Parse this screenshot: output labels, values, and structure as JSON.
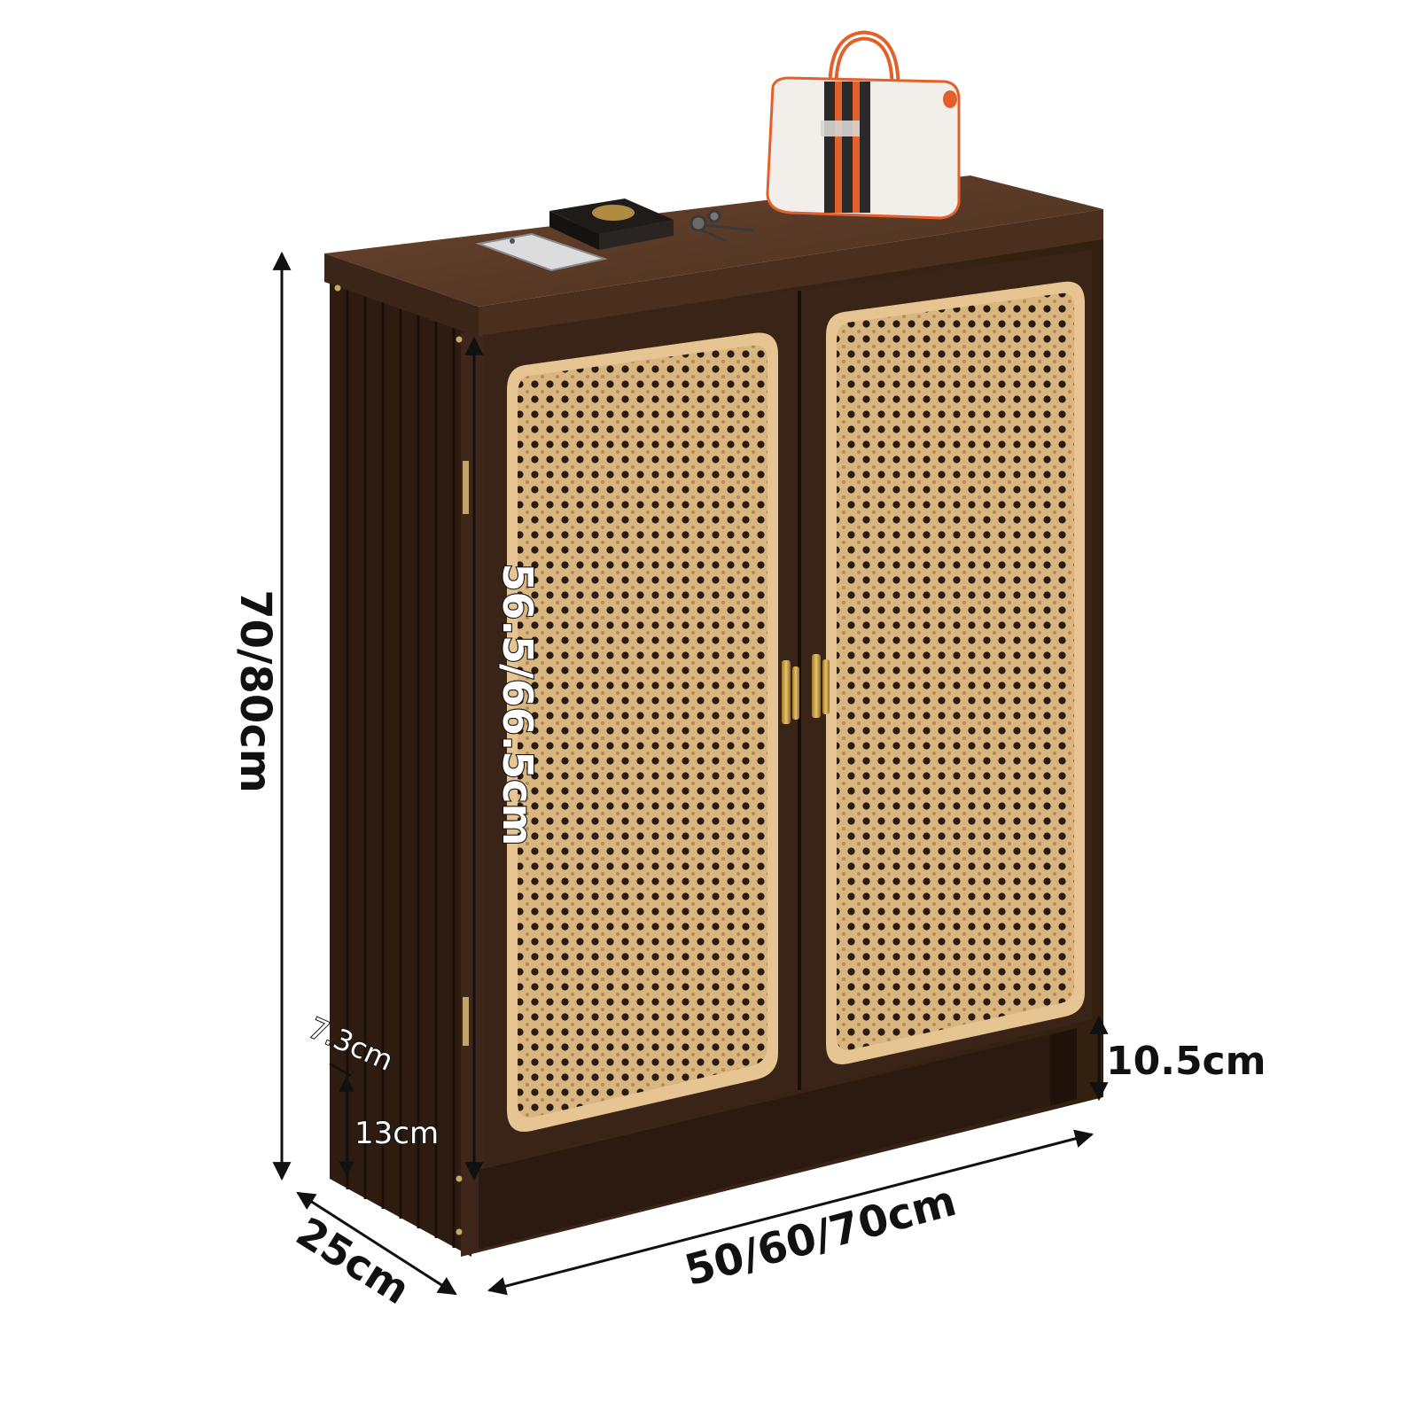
{
  "figure": {
    "subject": "rattan two-door shoe cabinet",
    "colors": {
      "wood_dark": "#3a2417",
      "wood_mid": "#4e3122",
      "wood_top": "#5a3a27",
      "rattan": "#d9b680",
      "rattan_frame": "#e6c592",
      "handle": "#c9a04a",
      "bag_body": "#f2efea",
      "bag_accent": "#e2602a"
    },
    "dimensions": {
      "total_height": "70/80cm",
      "door_height": "56.5/66.5cm",
      "depth": "25cm",
      "width": "50/60/70cm",
      "base_height": "10.5cm",
      "side_plinth": "13cm",
      "side_setback": "7.3cm"
    },
    "props": [
      "handbag",
      "wallet",
      "keys",
      "smartphone"
    ]
  }
}
